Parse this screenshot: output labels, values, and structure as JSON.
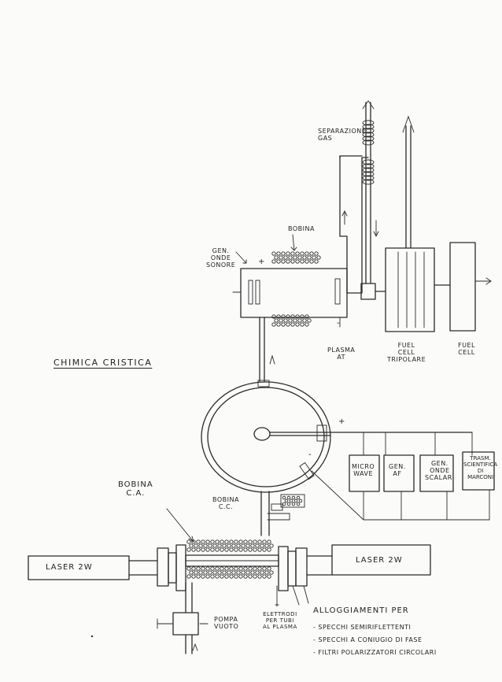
{
  "title": "CHIMICA CRISTICA",
  "labels": {
    "separazione_gas": "SEPARAZIONE\nGAS",
    "bobina_top": "BOBINA",
    "gen_onde_sonore": "GEN.\nONDE\nSONORE",
    "plasma_at": "PLASMA\nAT",
    "fuel_cell_tripolare": "FUEL\nCELL\nTRIPOLARE",
    "fuel_cell": "FUEL\nCELL",
    "micro_wave": "MICRO\nWAVE",
    "gen_af": "GEN.\nAF",
    "gen_onde_scalari": "GEN.\nONDE\nSCALARI",
    "trasm_scientifica_marconi": "TRASM.\nSCIENTIFICA\nDI\nMARCONI",
    "bobina_ca": "BOBINA\nC.A.",
    "bobina_cc": "BOBINA\nC.C.",
    "laser_left": "LASER 2W",
    "laser_right": "LASER 2W",
    "pompa_vuoto": "POMPA\nVUOTO",
    "elettrodi": "ELETTRODI\nPER TUBI\nAL PLASMA",
    "alloggiamenti_title": "ALLOGGIAMENTI PER",
    "alloggiamenti_items": [
      "- SPECCHI SEMIRIFLETTENTI",
      "- SPECCHI A CONIUGIO DI FASE",
      "- FILTRI POLARIZZATORI CIRCOLARI"
    ]
  },
  "signs": {
    "plus_top": "+",
    "minus_top": "-",
    "plus_ring": "+",
    "minus_ring": "-"
  }
}
